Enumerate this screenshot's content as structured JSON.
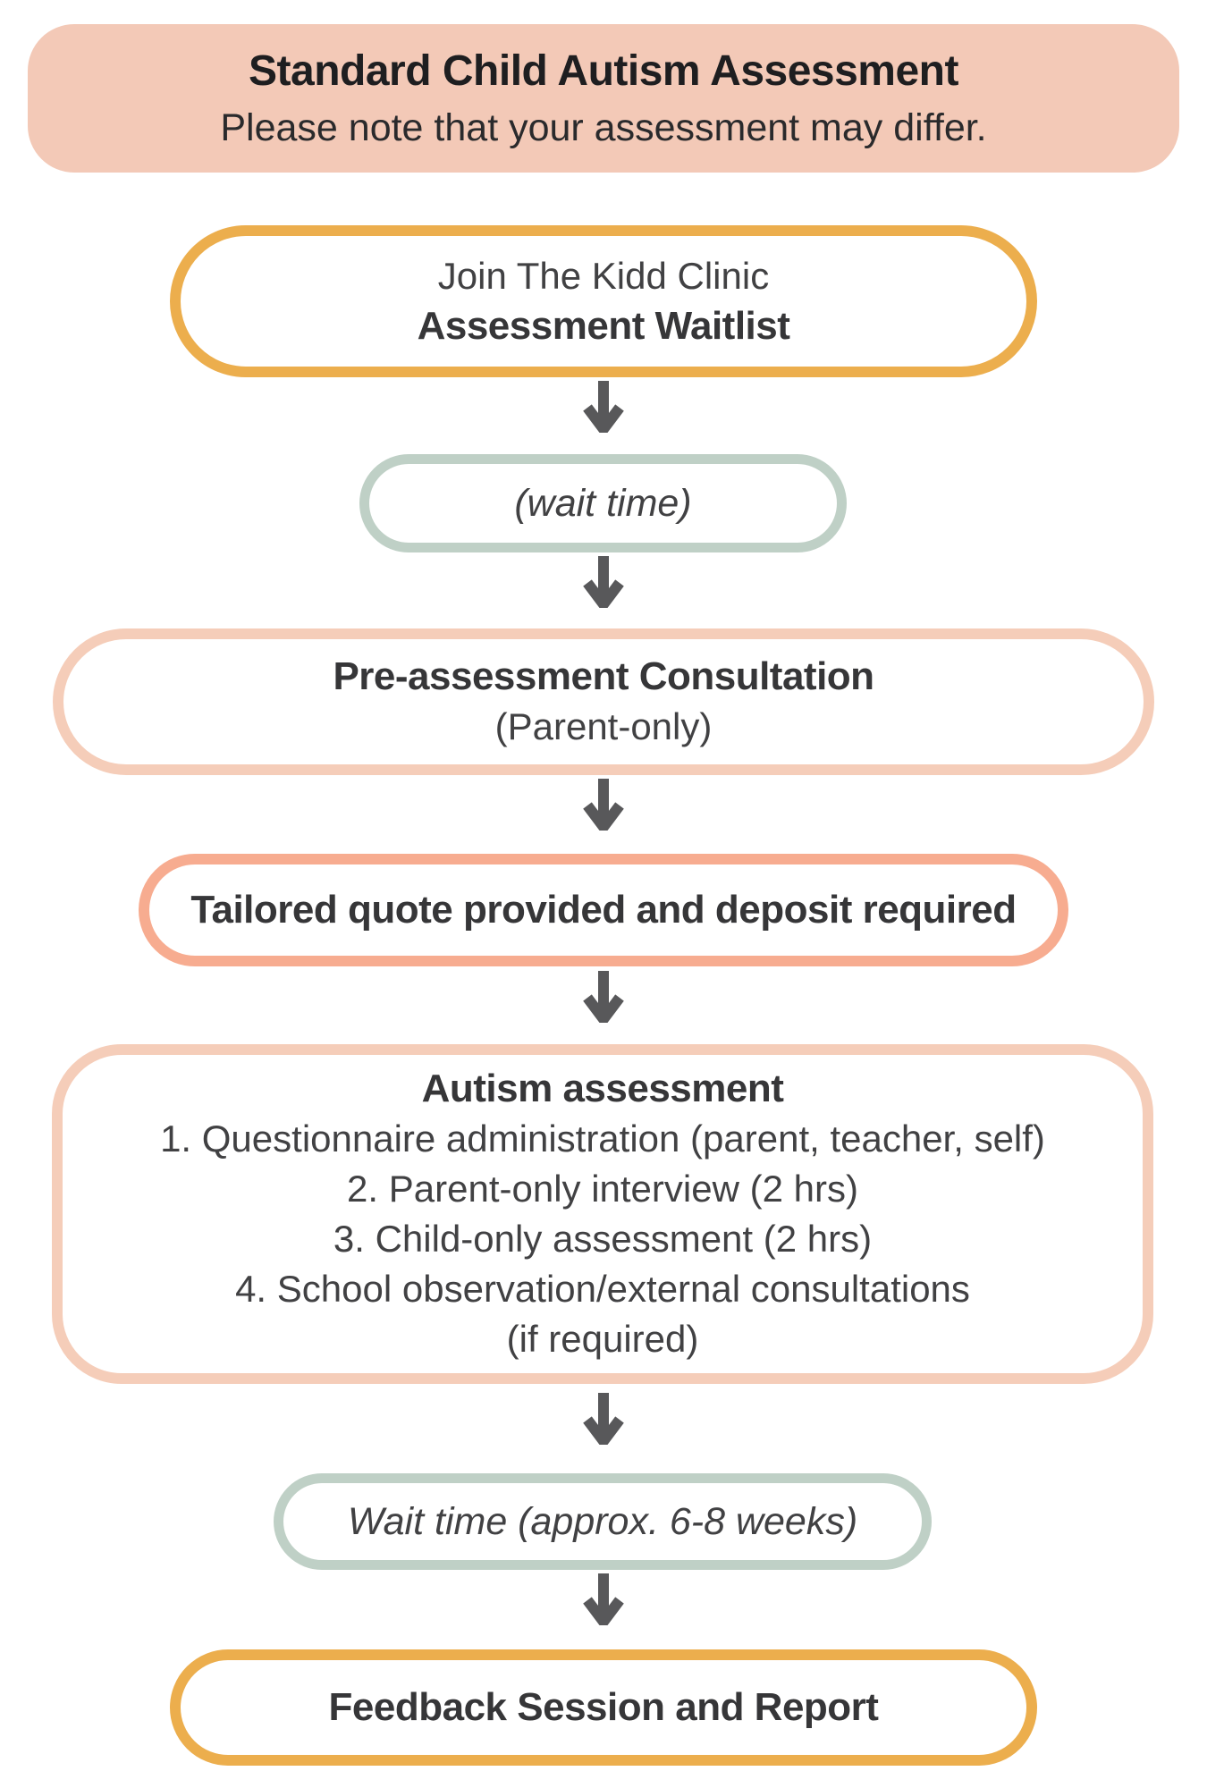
{
  "header": {
    "title": "Standard Child Autism Assessment",
    "subtitle": "Please note that your assessment may differ."
  },
  "flow": {
    "waitlist": {
      "line1": "Join The Kidd Clinic",
      "line2": "Assessment Waitlist"
    },
    "wait_time_1": {
      "label": "(wait time)"
    },
    "pre_consultation": {
      "title": "Pre-assessment Consultation",
      "subtitle": "(Parent-only)"
    },
    "quote": {
      "label": "Tailored quote provided and deposit required"
    },
    "assessment": {
      "title": "Autism assessment",
      "items": [
        "1. Questionnaire administration (parent, teacher, self)",
        "2. Parent-only interview (2 hrs)",
        "3. Child-only assessment (2 hrs)",
        "4. School observation/external consultations",
        "(if required)"
      ]
    },
    "wait_time_2": {
      "label": "Wait time (approx. 6-8 weeks)"
    },
    "feedback": {
      "label": "Feedback Session and Report"
    }
  },
  "colors": {
    "header_bg": "#F3C9B7",
    "gold_border": "#ECAE4D",
    "sage_border": "#BFD0C6",
    "peach_border": "#F5CDB9",
    "coral_border": "#F7AC90",
    "arrow": "#58585A",
    "title_text": "#1E1E20",
    "body_text": "#414143"
  }
}
